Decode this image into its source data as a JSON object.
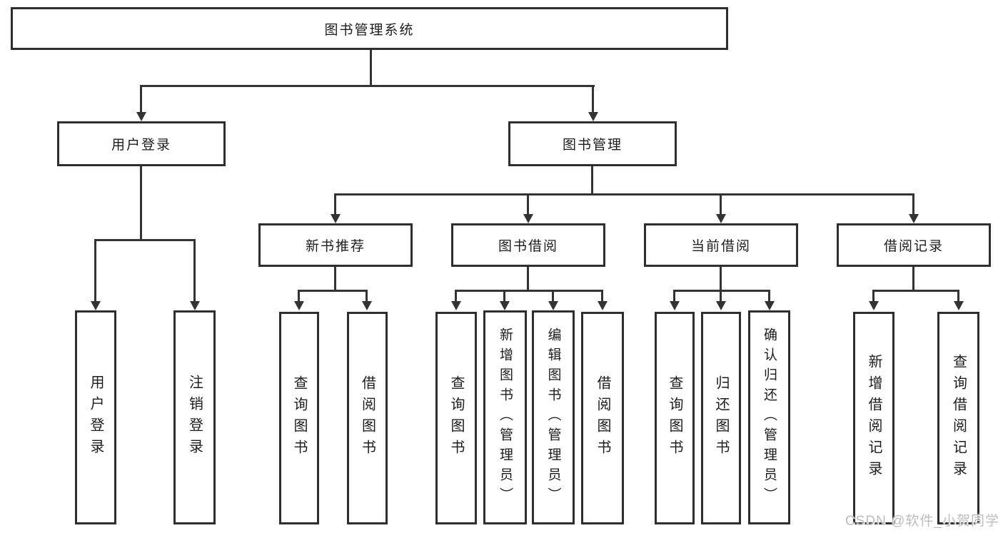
{
  "colors": {
    "background": "#ffffff",
    "line": "#333333",
    "box_border": "#2e2e2e",
    "text": "#1c1c1c",
    "watermark": "#bcbcbc"
  },
  "watermark": {
    "text": "CSDN @软件_小贺同学"
  },
  "tree": {
    "root": {
      "label": "图书管理系统"
    },
    "children": [
      {
        "label": "用户登录",
        "children": [
          {
            "label": "用户登录"
          },
          {
            "label": "注销登录"
          }
        ]
      },
      {
        "label": "图书管理",
        "children": [
          {
            "label": "新书推荐",
            "children": [
              {
                "label": "查询图书"
              },
              {
                "label": "借阅图书"
              }
            ]
          },
          {
            "label": "图书借阅",
            "children": [
              {
                "label": "查询图书"
              },
              {
                "label": "新增图书（管理员）"
              },
              {
                "label": "编辑图书（管理员）"
              },
              {
                "label": "借阅图书"
              }
            ]
          },
          {
            "label": "当前借阅",
            "children": [
              {
                "label": "查询图书"
              },
              {
                "label": "归还图书"
              },
              {
                "label": "确认归还（管理员）"
              }
            ]
          },
          {
            "label": "借阅记录",
            "children": [
              {
                "label": "新增借阅记录"
              },
              {
                "label": "查询借阅记录"
              }
            ]
          }
        ]
      }
    ]
  }
}
